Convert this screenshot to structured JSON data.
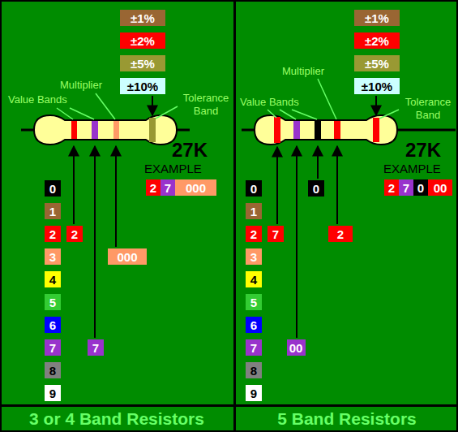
{
  "diagram": {
    "nodes": [
      {
        "text": [
          "3 or 4 Band Resistors"
        ]
      },
      {
        "text": [
          "±1%"
        ],
        "in": 0
      },
      {
        "text": [
          "±2%"
        ],
        "in": 0
      },
      {
        "text": [
          "±5%"
        ],
        "in": 0
      },
      {
        "text": [
          "±10%"
        ],
        "in": 0
      },
      {
        "text": [
          "2"
        ],
        "in": 0
      },
      {
        "text": [
          "7"
        ],
        "in": 0
      },
      {
        "text": [
          "000"
        ],
        "in": 0
      },
      {
        "text": [
          "0"
        ],
        "in": 0
      },
      {
        "text": [
          "1"
        ],
        "in": 0
      },
      {
        "text": [
          "2"
        ],
        "in": 0
      },
      {
        "text": [
          "3"
        ],
        "in": 0
      },
      {
        "text": [
          "4"
        ],
        "in": 0
      },
      {
        "text": [
          "5"
        ],
        "in": 0
      },
      {
        "text": [
          "6"
        ],
        "in": 0
      },
      {
        "text": [
          "7"
        ],
        "in": 0
      },
      {
        "text": [
          "8"
        ],
        "in": 0
      },
      {
        "text": [
          "9"
        ],
        "in": 0
      },
      {
        "text": [
          "2"
        ],
        "in": 0
      },
      {
        "text": [
          "7"
        ],
        "in": 0
      },
      {
        "text": [
          "000"
        ],
        "in": 0
      },
      {
        "text": [
          "5 Band Resistors"
        ]
      },
      {
        "text": [
          "±1%"
        ],
        "in": 21
      },
      {
        "text": [
          "±2%"
        ],
        "in": 21
      },
      {
        "text": [
          "±5%"
        ],
        "in": 21
      },
      {
        "text": [
          "±10%"
        ],
        "in": 21
      },
      {
        "text": [
          "2"
        ],
        "in": 21
      },
      {
        "text": [
          "7"
        ],
        "in": 21
      },
      {
        "text": [
          "0"
        ],
        "in": 21
      },
      {
        "text": [
          "00"
        ],
        "in": 21
      },
      {
        "text": [
          "0"
        ],
        "in": 21
      },
      {
        "text": [
          "1"
        ],
        "in": 21
      },
      {
        "text": [
          "2"
        ],
        "in": 21
      },
      {
        "text": [
          "3"
        ],
        "in": 21
      },
      {
        "text": [
          "4"
        ],
        "in": 21
      },
      {
        "text": [
          "5"
        ],
        "in": 21
      },
      {
        "text": [
          "6"
        ],
        "in": 21
      },
      {
        "text": [
          "7"
        ],
        "in": 21
      },
      {
        "text": [
          "8"
        ],
        "in": 21
      },
      {
        "text": [
          "9"
        ],
        "in": 21
      },
      {
        "text": [
          "0"
        ],
        "in": 21
      },
      {
        "text": [
          "2"
        ],
        "in": 21
      },
      {
        "text": [
          "00"
        ],
        "in": 21
      },
      {
        "text": [
          "7"
        ],
        "in": 21
      }
    ],
    "labels": [
      "Value Bands",
      "Multiplier",
      "Tolerance Band",
      "27K",
      "EXAMPLE",
      "Value Bands",
      "Multiplier",
      "Tolerance Band",
      "27K",
      "EXAMPLE"
    ]
  }
}
